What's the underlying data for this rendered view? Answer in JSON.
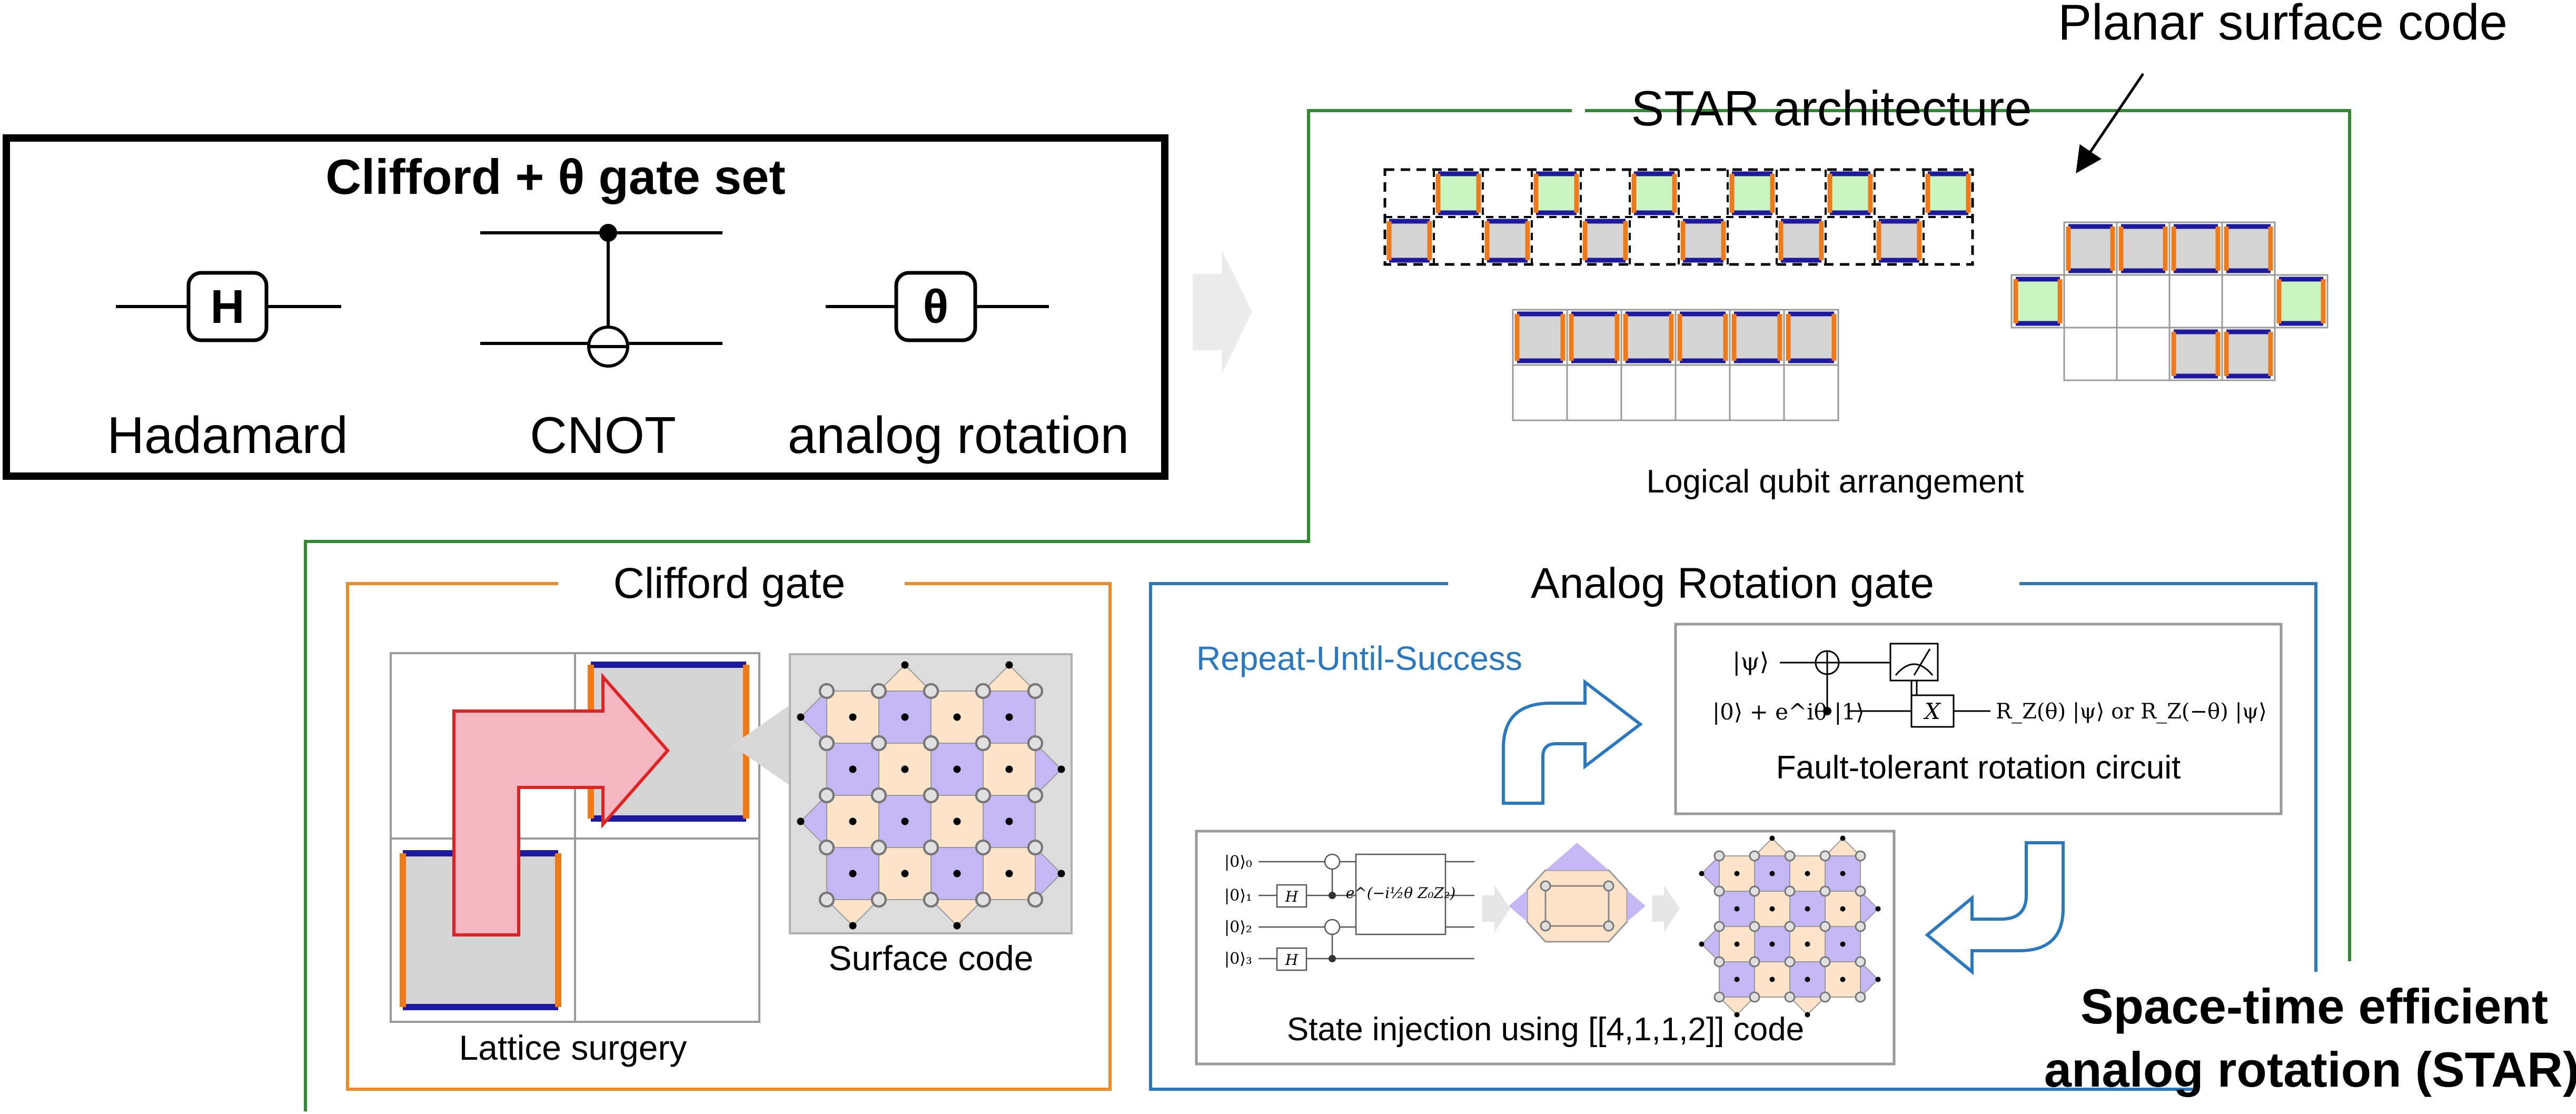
{
  "gate_set": {
    "title": "Clifford + θ gate set",
    "hadamard_symbol": "H",
    "hadamard_label": "Hadamard",
    "cnot_label": "CNOT",
    "rotation_symbol": "θ",
    "rotation_label": "analog rotation"
  },
  "star": {
    "title": "STAR architecture",
    "planar_label": "Planar surface code",
    "arrangement_label": "Logical qubit arrangement",
    "name_line1": "Space-time efficient",
    "name_line2": "analog rotation (STAR)"
  },
  "clifford": {
    "title": "Clifford gate",
    "lattice_label": "Lattice surgery",
    "surface_label": "Surface code"
  },
  "analog": {
    "title": "Analog Rotation gate",
    "rus_label": "Repeat-Until-Success",
    "ft_caption": "Fault-tolerant rotation circuit",
    "ft_psi": "|ψ⟩",
    "ft_input": "|0⟩ + e^iθ |1⟩",
    "ft_x": "X",
    "ft_output": "R_Z(θ) |ψ⟩  or  R_Z(−θ) |ψ⟩",
    "inj_caption": "State injection using [[4,1,1,2]] code",
    "inj_q0": "|0⟩₀",
    "inj_q1": "|0⟩₁",
    "inj_q2": "|0⟩₂",
    "inj_q3": "|0⟩₃",
    "inj_h": "H",
    "inj_gate": "e^(−i½θ Z₀Z₂)"
  },
  "colors": {
    "star_frame": "#2e8b2e",
    "clifford_frame": "#f08a24",
    "analog_frame": "#2a78c0",
    "orange_edge": "#f07a1a",
    "blue_edge": "#1e1aa0",
    "green_patch": "#c8f5c0",
    "gray_patch": "#d4d4d4",
    "lsurgery_arrow": "#f4b6bf",
    "lsurgery_arrow_stroke": "#e22222",
    "peach": "#fde3c8",
    "lavender": "#c4b8f4",
    "rus_text": "#2a78c0"
  }
}
